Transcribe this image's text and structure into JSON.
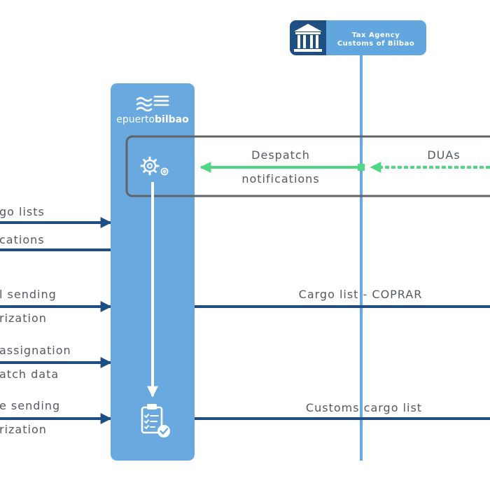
{
  "agency": {
    "line1": "Tax Agency",
    "line2": "Customs of Bilbao",
    "icon": "government-building-icon"
  },
  "port": {
    "brand_light": "epuerto",
    "brand_bold": "bilbao",
    "logo_icon": "waves-logo-icon",
    "process_icon": "gears-icon",
    "result_icon": "clipboard-check-icon"
  },
  "box": {
    "label_despatch": "Despatch",
    "label_notifications": "notifications",
    "label_duas": "DUAs"
  },
  "left_labels": [
    "go lists",
    "cations",
    "l sending",
    "rization",
    "assignation",
    "atch data",
    "e sending",
    "rization"
  ],
  "right_labels": {
    "coprar": "Cargo list - COPRAR",
    "customs": "Customs cargo list"
  },
  "colors": {
    "panel": "#6aa9df",
    "agency": "#62a6e0",
    "agency_dark": "#1f4f82",
    "arrow": "#1f4f82",
    "green": "#4fd884",
    "box_border": "#606468",
    "label": "#555a60"
  }
}
